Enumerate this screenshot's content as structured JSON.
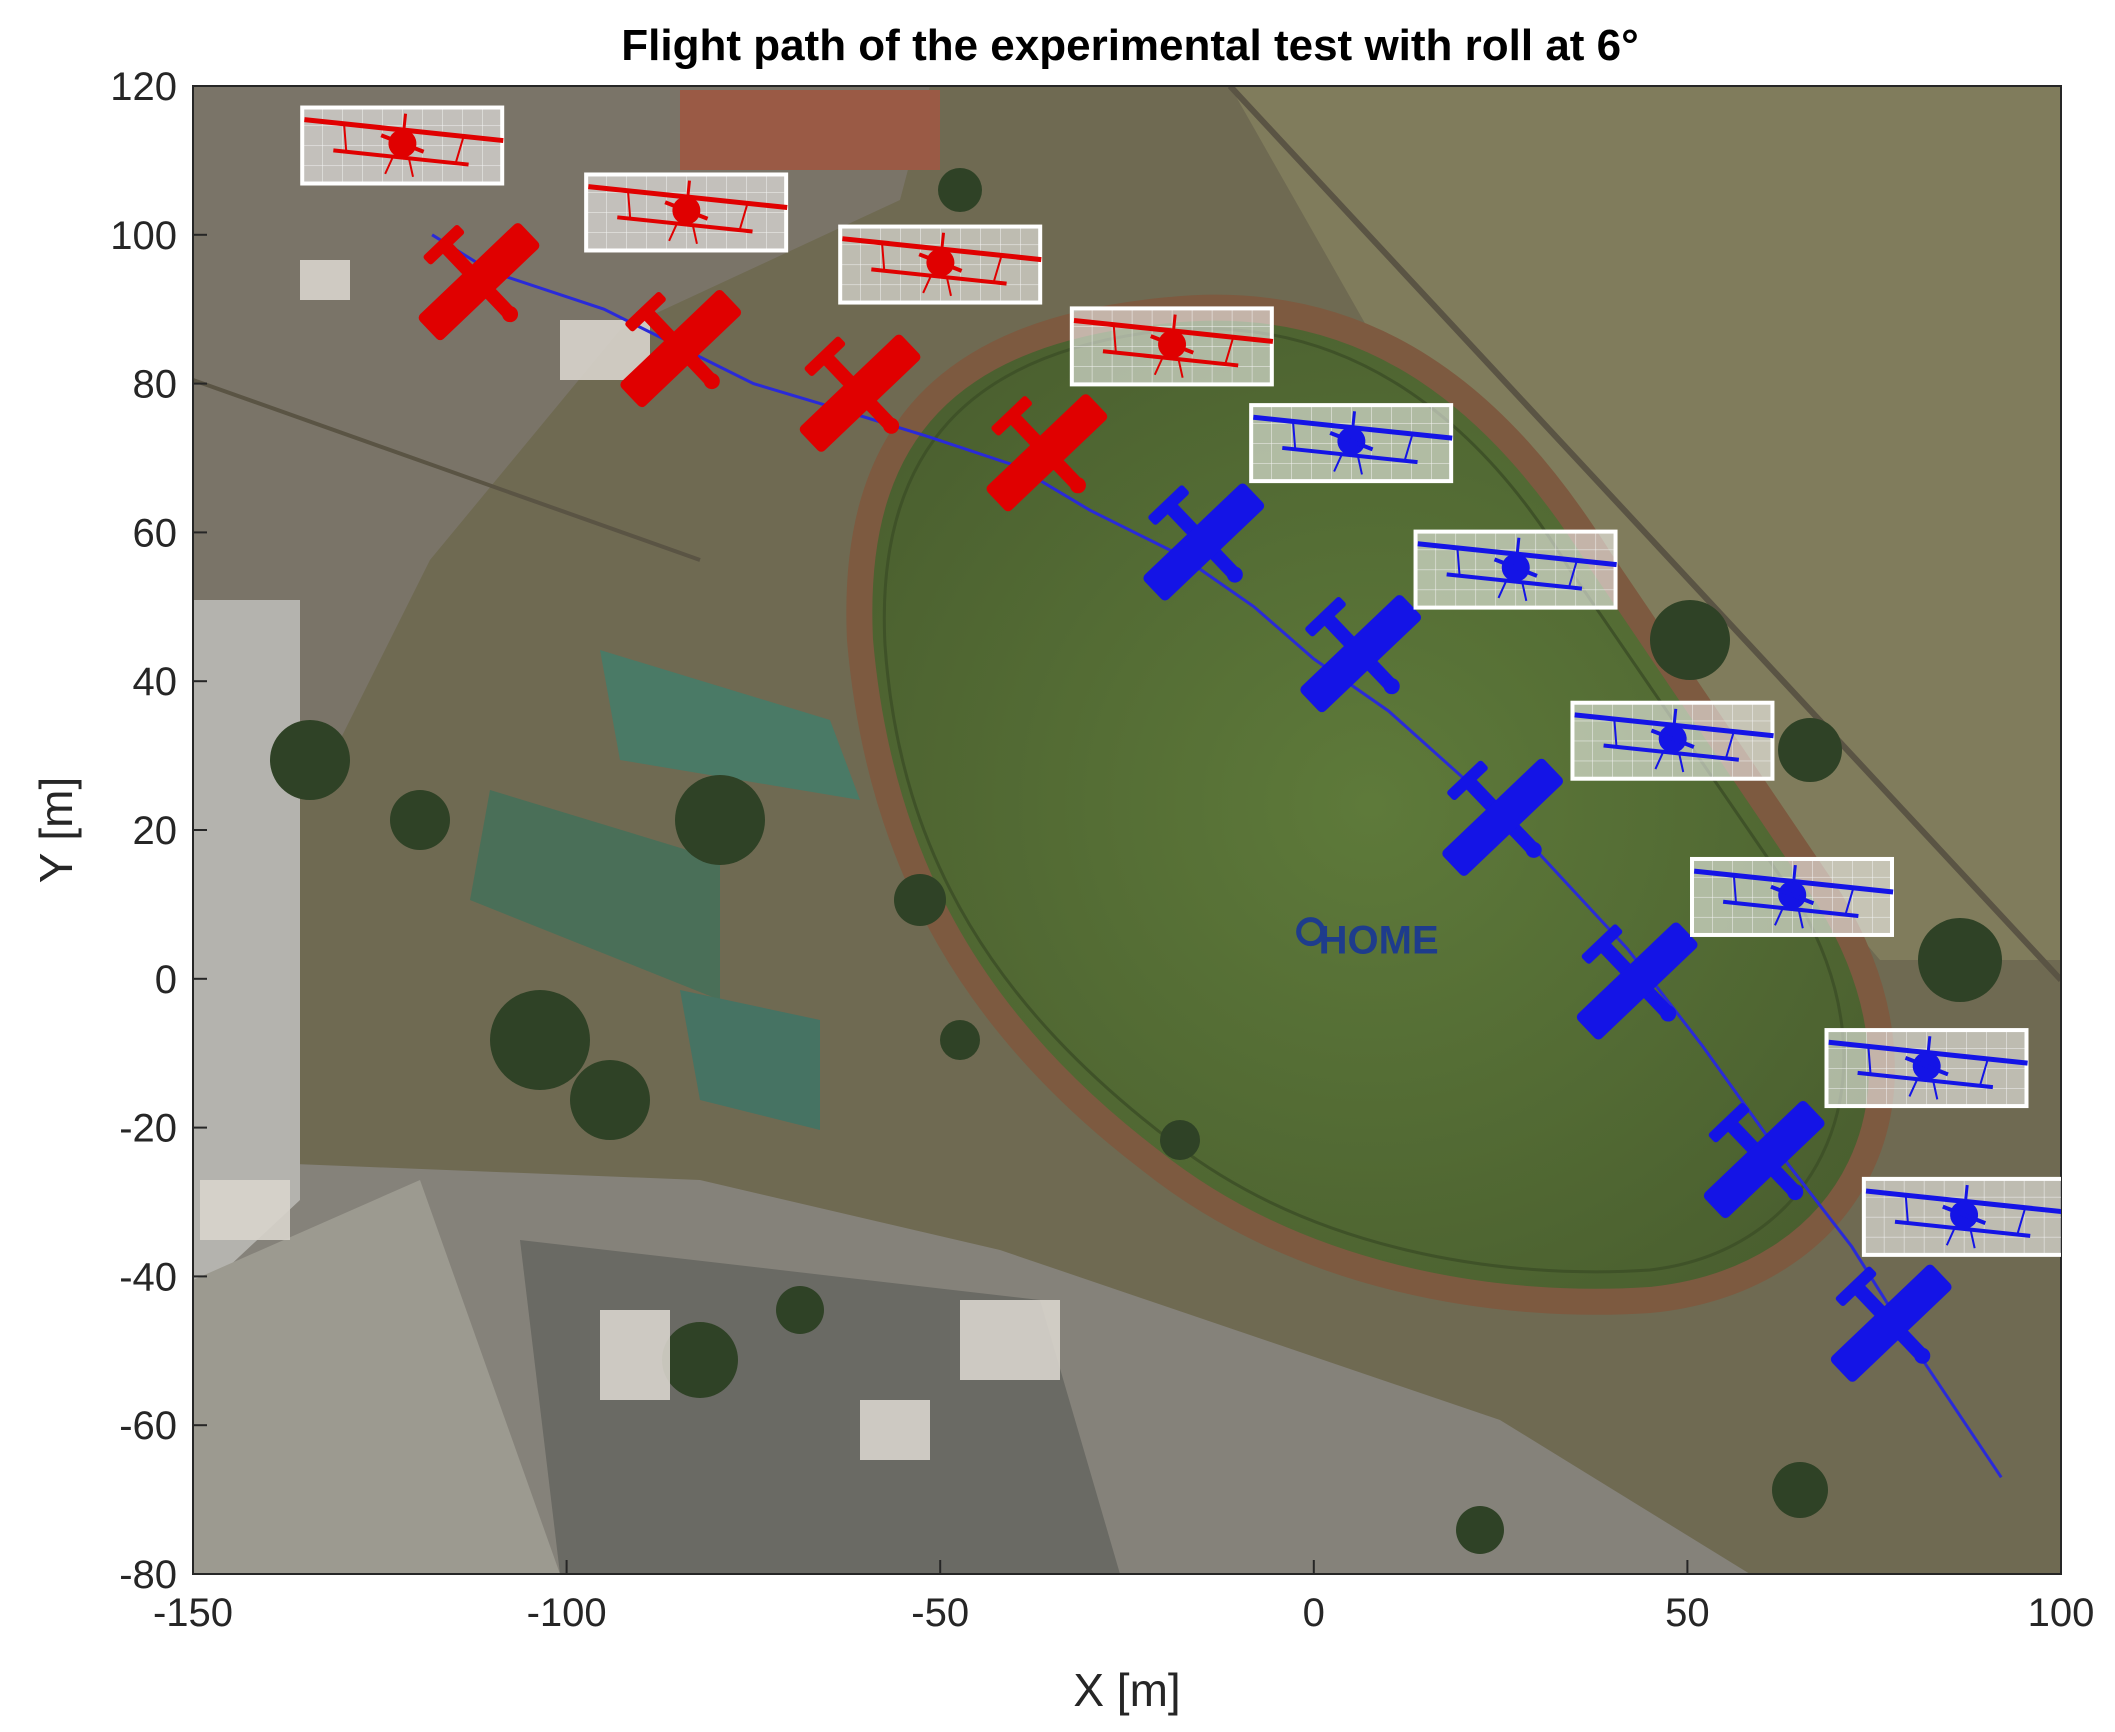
{
  "chart_data": {
    "type": "scatter",
    "title": "Flight path of the experimental test with roll at 6°",
    "xlabel": "X [m]",
    "ylabel": "Y [m]",
    "xlim": [
      -150,
      100
    ],
    "ylim": [
      -80,
      120
    ],
    "xticks": [
      -150,
      -100,
      -50,
      0,
      50,
      100
    ],
    "yticks": [
      -80,
      -60,
      -40,
      -20,
      0,
      20,
      40,
      60,
      80,
      100,
      120
    ],
    "grid": false,
    "background": "satellite image",
    "colors": {
      "phase_1": "#e00000",
      "phase_2": "#1414e6",
      "path": "#2a2ad8",
      "home": "#1e3c8c"
    },
    "path": {
      "x": [
        -118,
        -110,
        -95,
        -85,
        -75,
        -65,
        -52,
        -40,
        -30,
        -18,
        -8,
        0,
        10,
        20,
        30,
        42,
        52,
        62,
        72,
        82,
        92
      ],
      "y": [
        100,
        95,
        90,
        85,
        80,
        77,
        73,
        69,
        63,
        57,
        50,
        43,
        36,
        27,
        17,
        4,
        -9,
        -23,
        -36,
        -52,
        -67
      ]
    },
    "aircraft": [
      {
        "phase": "phase_1",
        "x": -112,
        "y": 94
      },
      {
        "phase": "phase_1",
        "x": -85,
        "y": 85
      },
      {
        "phase": "phase_1",
        "x": -61,
        "y": 79
      },
      {
        "phase": "phase_1",
        "x": -36,
        "y": 71
      },
      {
        "phase": "phase_2",
        "x": -15,
        "y": 59
      },
      {
        "phase": "phase_2",
        "x": 6,
        "y": 44
      },
      {
        "phase": "phase_2",
        "x": 25,
        "y": 22
      },
      {
        "phase": "phase_2",
        "x": 43,
        "y": 0
      },
      {
        "phase": "phase_2",
        "x": 60,
        "y": -24
      },
      {
        "phase": "phase_2",
        "x": 77,
        "y": -46
      }
    ],
    "inset_views": [
      {
        "phase": "phase_1",
        "x": -122,
        "y": 112
      },
      {
        "phase": "phase_1",
        "x": -84,
        "y": 103
      },
      {
        "phase": "phase_1",
        "x": -50,
        "y": 96
      },
      {
        "phase": "phase_1",
        "x": -19,
        "y": 85
      },
      {
        "phase": "phase_2",
        "x": 5,
        "y": 72
      },
      {
        "phase": "phase_2",
        "x": 27,
        "y": 55
      },
      {
        "phase": "phase_2",
        "x": 48,
        "y": 32
      },
      {
        "phase": "phase_2",
        "x": 64,
        "y": 11
      },
      {
        "phase": "phase_2",
        "x": 82,
        "y": -12
      },
      {
        "phase": "phase_2",
        "x": 87,
        "y": -32
      }
    ],
    "home": {
      "label": "HOME",
      "x": 6,
      "y": 5
    }
  }
}
